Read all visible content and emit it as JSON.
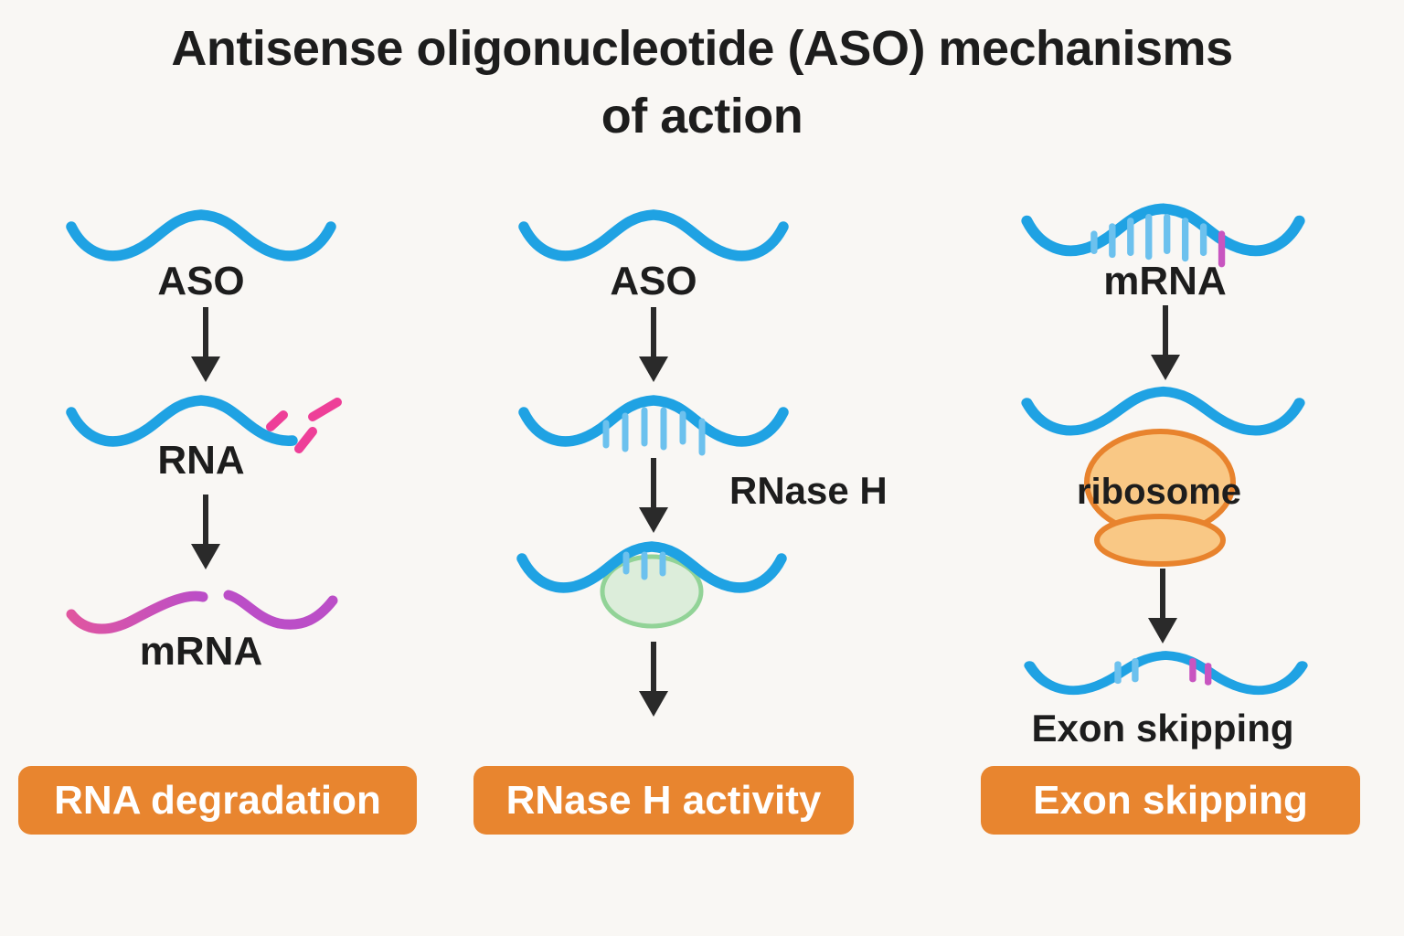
{
  "title": {
    "line1": "Antisense oligonucleotide (ASO) mechanisms",
    "line2": "of action"
  },
  "columns": [
    {
      "aso_label": "ASO",
      "rna_label": "RNA",
      "mrna_label": "mRNA",
      "button_label": "RNA degradation"
    },
    {
      "aso_label": "ASO",
      "enzyme_label": "RNase H",
      "button_label": "RNase H activity"
    },
    {
      "mrna_label": "mRNA",
      "ribosome_label": "ribosome",
      "result_label": "Exon skipping",
      "button_label": "Exon skipping"
    }
  ],
  "colors": {
    "strand_blue": "#1FA2E3",
    "tick_blue": "#6CC1EE",
    "tick_magenta": "#C855C0",
    "fragment_pink": "#EE3F98",
    "mrna_purple_start": "#E2569E",
    "mrna_purple_end": "#BB4EC7",
    "enzyme_green_fill": "#DCEDDA",
    "enzyme_green_stroke": "#92D397",
    "ribosome_fill": "#F9C885",
    "ribosome_stroke": "#E8832D",
    "button_orange": "#E8852F",
    "button_text": "#FFFFFF",
    "arrow_black": "#2A2A2A",
    "text_black": "#1D1D1D",
    "background": "#F9F7F4"
  }
}
